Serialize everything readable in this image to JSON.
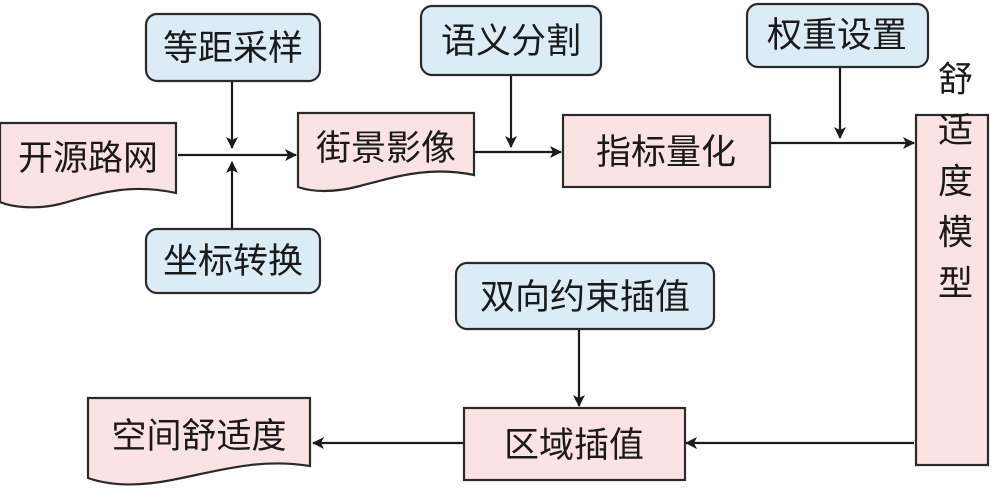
{
  "nodes": {
    "open_road_network": "开源路网",
    "equidistant_sampling": "等距采样",
    "coordinate_transform": "坐标转换",
    "street_view_images": "街景影像",
    "semantic_segmentation": "语义分割",
    "indicator_quantification": "指标量化",
    "weight_setting": "权重设置",
    "comfort_model": "舒适度模型",
    "bidirectional_interpolation": "双向约束插值",
    "regional_interpolation": "区域插值",
    "spatial_comfort": "空间舒适度"
  },
  "colors": {
    "process_fill": "#fbe3e3",
    "operation_fill": "#dcecf7",
    "stroke": "#2a2a2a"
  }
}
